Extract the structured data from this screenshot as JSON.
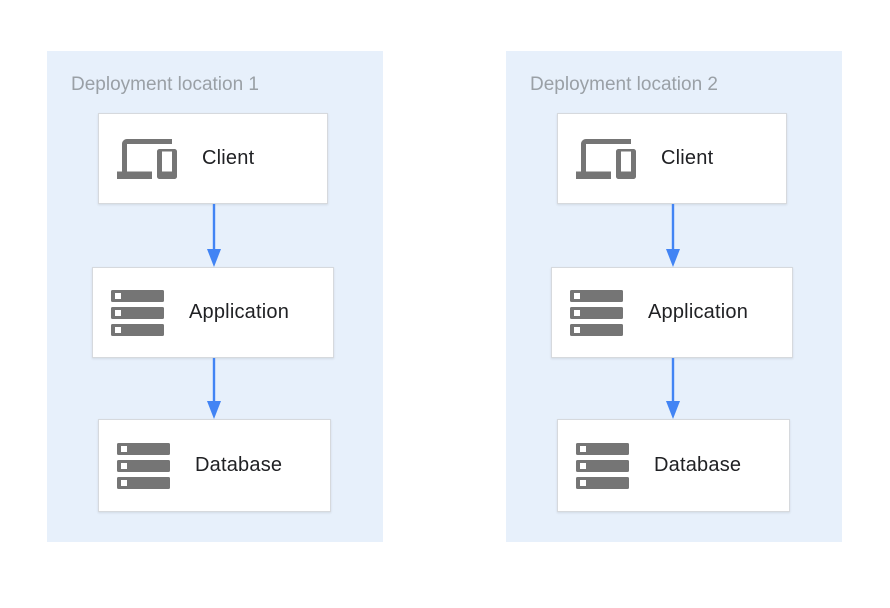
{
  "diagram": {
    "locations": [
      {
        "title": "Deployment location 1",
        "nodes": [
          {
            "label": "Client",
            "icon": "devices-icon"
          },
          {
            "label": "Application",
            "icon": "storage-icon"
          },
          {
            "label": "Database",
            "icon": "storage-icon"
          }
        ],
        "connections": [
          "Client -> Application",
          "Application -> Database"
        ]
      },
      {
        "title": "Deployment location 2",
        "nodes": [
          {
            "label": "Client",
            "icon": "devices-icon"
          },
          {
            "label": "Application",
            "icon": "storage-icon"
          },
          {
            "label": "Database",
            "icon": "storage-icon"
          }
        ],
        "connections": [
          "Client -> Application",
          "Application -> Database"
        ]
      }
    ],
    "colors": {
      "panel_bg": "#e7f0fb",
      "arrow_blue": "#4284f4",
      "icon_gray": "#757575",
      "title_gray": "#9aa0a6",
      "label_text": "#202124",
      "box_border": "#d6d9dd",
      "box_bg": "#ffffff",
      "page_bg": "#ffffff"
    }
  }
}
